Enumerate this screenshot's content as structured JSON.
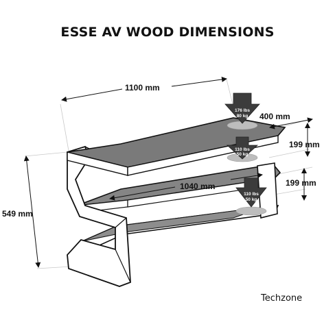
{
  "title": "ESSE AV WOOD DIMENSIONS",
  "dimensions": {
    "width": "1100 mm",
    "depth": "400 mm",
    "shelf_gap_top": "199 mm",
    "shelf_gap_bottom": "199 mm",
    "inner_width": "1040 mm",
    "height": "549 mm"
  },
  "loads": [
    {
      "lbs": "176 lbs",
      "kg": "80 kg"
    },
    {
      "lbs": "110 lbs",
      "kg": "50 kg"
    },
    {
      "lbs": "110 lbs",
      "kg": "50 kg"
    }
  ],
  "brand": "Techzone",
  "colors": {
    "shelf_top": "#7a7a7a",
    "shelf_edge": "#ffffff",
    "frame": "#ffffff",
    "arrow": "#3c3c3c",
    "shadow": "#bdbdbd"
  }
}
